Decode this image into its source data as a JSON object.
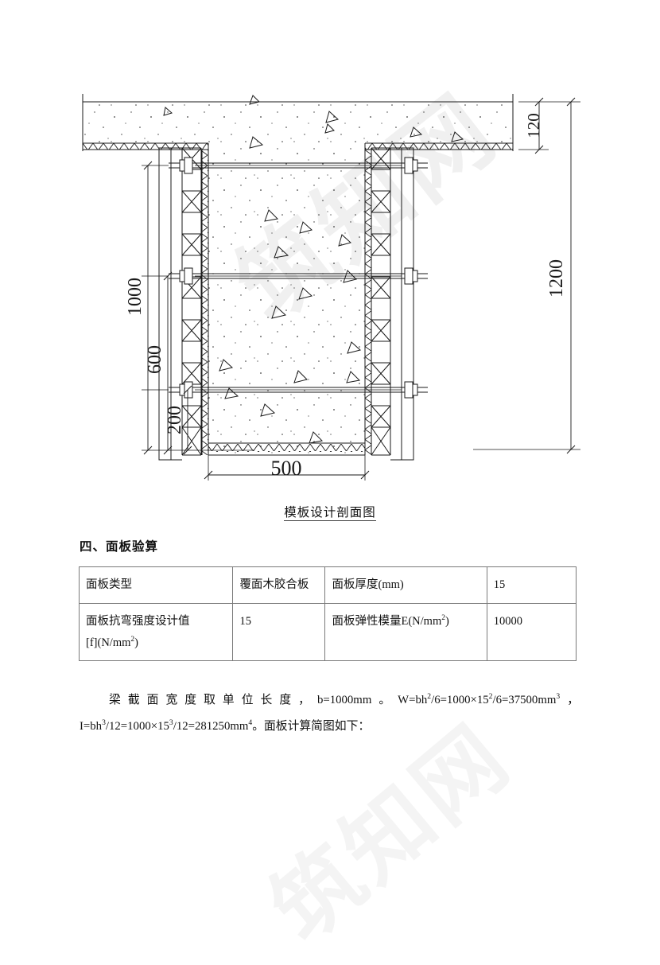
{
  "document": {
    "figure": {
      "caption": "模板设计剖面图",
      "dimensions": {
        "slab_thickness": "120",
        "overall_height": "1200",
        "upper_tie_spacing": "1000",
        "middle_tie_spacing": "600",
        "lower_tie_spacing": "200",
        "beam_width": "500"
      }
    },
    "section": {
      "heading": "四、面板验算"
    },
    "table": {
      "rows": [
        {
          "label1": "面板类型",
          "value1": "覆面木胶合板",
          "label2": "面板厚度(mm)",
          "value2": "15"
        },
        {
          "label1_line1": "面板抗弯强度设计值",
          "label1_line2_prefix": "[f](N/mm",
          "label1_line2_sup": "2",
          "label1_line2_suffix": ")",
          "value1": "15",
          "label2_prefix": "面板弹性模量E(N/mm",
          "label2_sup": "2",
          "label2_suffix": ")",
          "value2": "10000"
        }
      ]
    },
    "paragraph": {
      "t1": "梁截面宽度取单位长度，b=1000mm。W=bh",
      "s1": "2",
      "t2": "/6=1000×15",
      "s2": "2",
      "t3": "/6=37500mm",
      "s3": "3",
      "t4": "，I=bh",
      "s4": "3",
      "t5": "/12=1000×15",
      "s5": "3",
      "t6": "/12=281250mm",
      "s6": "4",
      "t7": "。面板计算简图如下："
    },
    "watermark": {
      "main": "筑知网",
      "bottom": "筑知网"
    },
    "colors": {
      "line": "#1a1a1a",
      "table_border": "#7a7a7a",
      "watermark": "#f0f0f0",
      "text": "#111111"
    }
  }
}
